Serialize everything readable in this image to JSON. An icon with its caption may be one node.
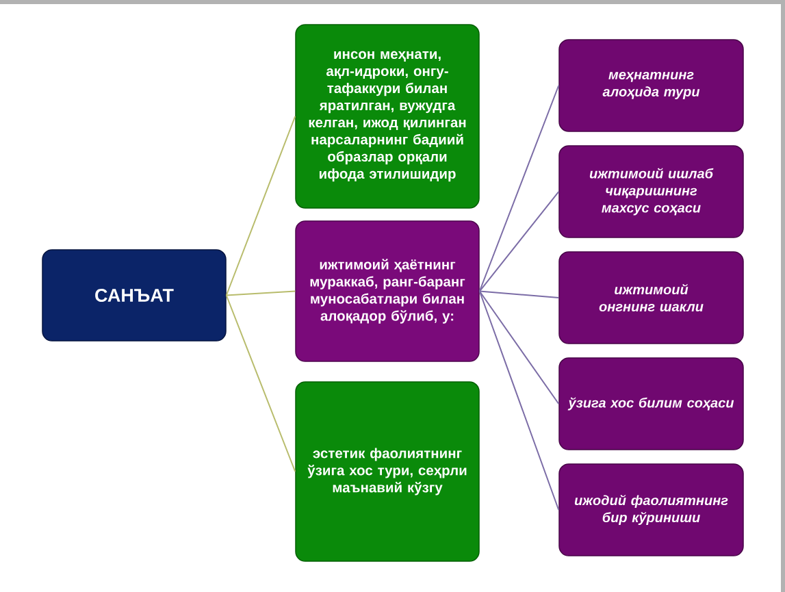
{
  "diagram": {
    "nodes": [
      {
        "text": [
          "САНЪАТ"
        ]
      },
      {
        "text": [
          "инсон меҳнати, ақл-идроки,  онгу-тафаккури билан яратилган, вужудга келган, ижод қилинган нарсаларнинг бадиий образлар орқали ифода этилишидир"
        ]
      },
      {
        "text": [
          "ижтимоий ҳаётнинг мураккаб, ранг-баранг муносабатлари билан алоқадор бўлиб, у:"
        ]
      },
      {
        "text": [
          "эстетик фаолиятнинг ўзига хос тури, сеҳрли маънавий кўзгу"
        ]
      },
      {
        "text": [
          "меҳнатнинг алоҳида тури"
        ]
      },
      {
        "text": [
          "ижтимоий ишлаб чиқаришнинг махсус соҳаси"
        ]
      },
      {
        "text": [
          "ижтимоий онгнинг шакли"
        ]
      },
      {
        "text": [
          "ўзига хос билим соҳаси"
        ]
      },
      {
        "text": [
          "ижодий фаолиятнинг бир кўриниши"
        ]
      }
    ],
    "edges": [
      {
        "from": 0,
        "to": 1,
        "arrow": "none",
        "color": "#b8bc6c"
      },
      {
        "from": 0,
        "to": 2,
        "arrow": "none",
        "color": "#b8bc6c"
      },
      {
        "from": 0,
        "to": 3,
        "arrow": "none",
        "color": "#b8bc6c"
      },
      {
        "from": 2,
        "to": 4,
        "arrow": "none"
      },
      {
        "from": 2,
        "to": 5,
        "arrow": "none"
      },
      {
        "from": 2,
        "to": 6,
        "arrow": "none"
      },
      {
        "from": 2,
        "to": 7,
        "arrow": "none"
      },
      {
        "from": 2,
        "to": 8,
        "arrow": "none"
      }
    ]
  }
}
